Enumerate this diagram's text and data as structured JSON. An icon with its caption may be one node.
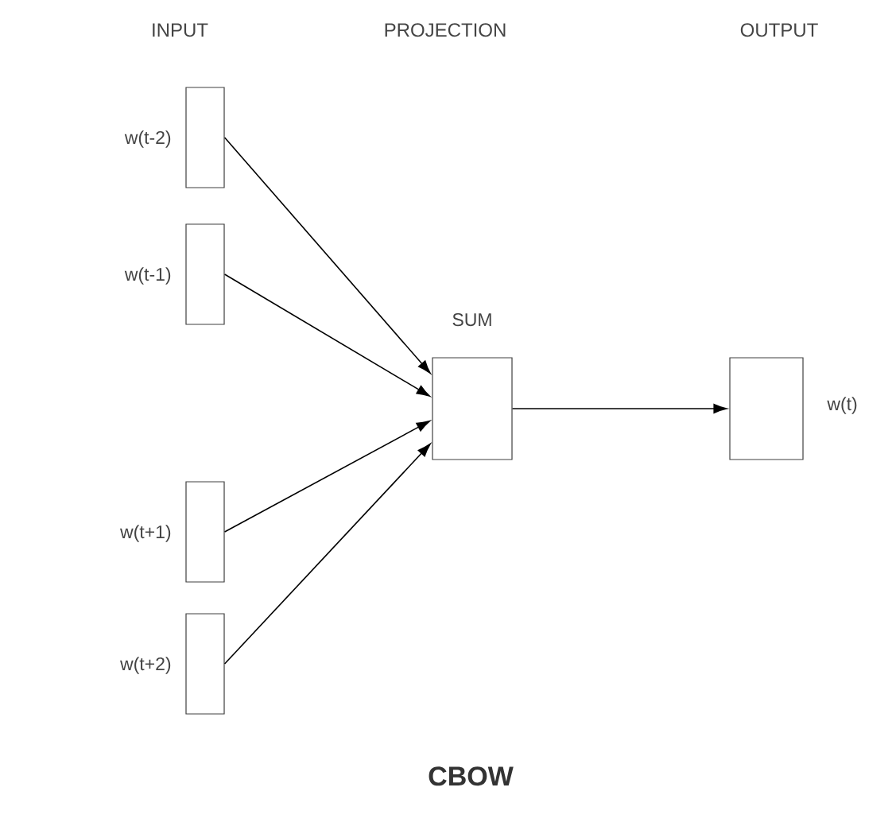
{
  "diagram": {
    "caption": "CBOW",
    "nodes": [
      {
        "text": [
          "w(t-2)"
        ]
      },
      {
        "text": [
          "w(t-1)"
        ]
      },
      {
        "text": [
          "w(t+1)"
        ]
      },
      {
        "text": [
          "w(t+2)"
        ]
      },
      {
        "text": [
          "SUM"
        ]
      },
      {
        "text": [
          "w(t)"
        ]
      }
    ],
    "edges": [
      {
        "from": 0,
        "to": 4,
        "arrow": "to"
      },
      {
        "from": 1,
        "to": 4,
        "arrow": "to"
      },
      {
        "from": 2,
        "to": 4,
        "arrow": "to"
      },
      {
        "from": 3,
        "to": 4,
        "arrow": "to"
      },
      {
        "from": 4,
        "to": 5,
        "arrow": "to"
      }
    ],
    "labels": [
      "INPUT",
      "PROJECTION",
      "OUTPUT"
    ]
  }
}
